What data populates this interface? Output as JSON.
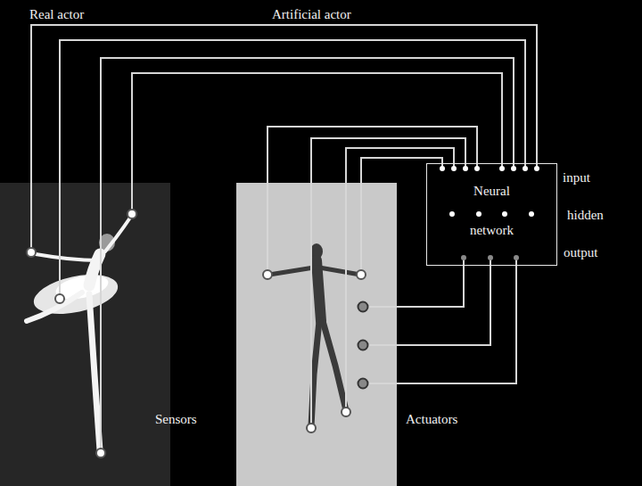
{
  "diagram": {
    "nodes": [
      {
        "text": [
          "Neural network"
        ]
      }
    ],
    "labels": [
      "Real actor",
      "Artificial actor",
      "input",
      "hidden",
      "output",
      "Sensors",
      "Actuators"
    ]
  }
}
